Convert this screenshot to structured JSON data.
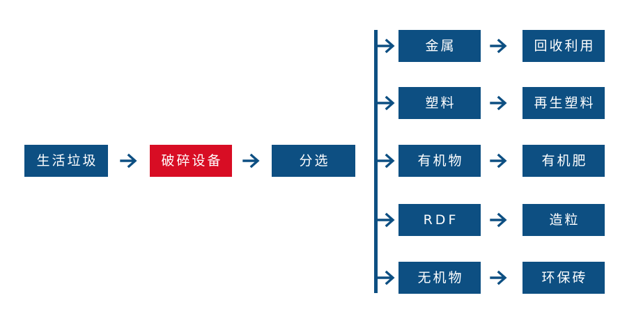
{
  "diagram": {
    "type": "process-flowchart",
    "orientation": "left-to-right with vertical branch",
    "colors": {
      "primary_blue": "#0d4f82",
      "highlight_red": "#d80d24",
      "text": "#ffffff",
      "background": "#ffffff"
    }
  },
  "main_chain": {
    "nodes": [
      {
        "id": "input",
        "label": "生活垃圾",
        "color": "blue"
      },
      {
        "id": "crusher",
        "label": "破碎设备",
        "color": "red"
      },
      {
        "id": "sorting",
        "label": "分选",
        "color": "blue"
      }
    ],
    "connector_labels": [
      "→",
      "→"
    ]
  },
  "branches": [
    {
      "id": "metal",
      "material": "金属",
      "product": "回收利用"
    },
    {
      "id": "plastic",
      "material": "塑料",
      "product": "再生塑料"
    },
    {
      "id": "organic",
      "material": "有机物",
      "product": "有机肥"
    },
    {
      "id": "rdf",
      "material": "RDF",
      "product": "造粒"
    },
    {
      "id": "inorganic",
      "material": "无机物",
      "product": "环保砖"
    }
  ],
  "icons": {
    "arrow_right": "arrow-right-icon",
    "branch_arrow": "branch-arrow-icon",
    "trunk_line": "vertical-trunk-line"
  }
}
